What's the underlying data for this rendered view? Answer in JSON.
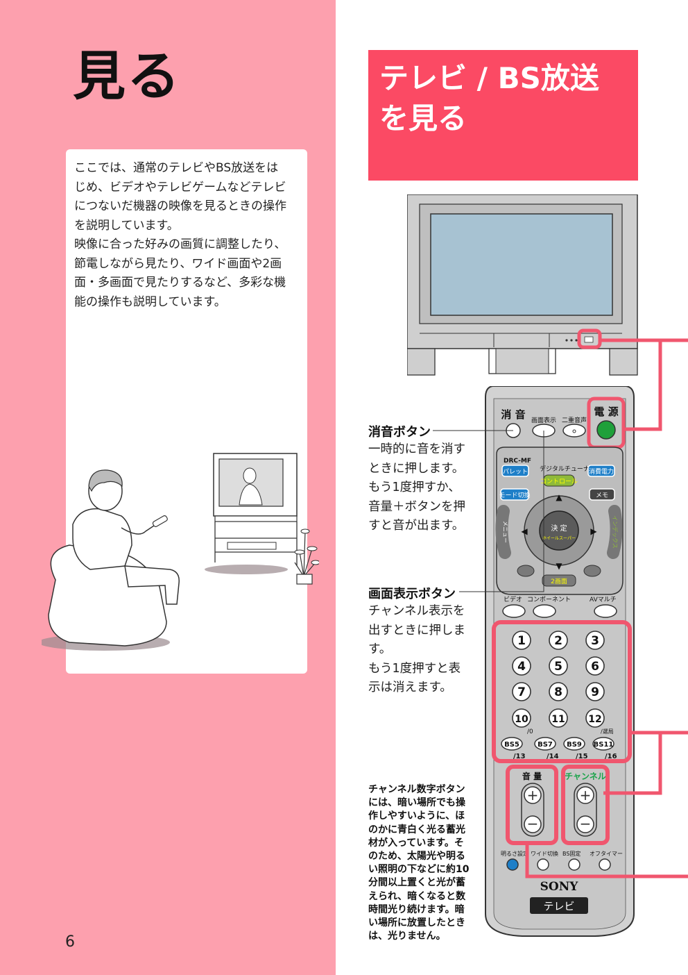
{
  "page": {
    "title": "見る",
    "number": "6",
    "intro": "ここでは、通常のテレビやBS放送をは\nじめ、ビデオやテレビゲームなどテレビ\nにつないだ機器の映像を見るときの操作\nを説明しています。\n映像に合った好みの画質に調整したり、\n節電しながら見たり、ワイド画面や2画\n面・多画面で見たりするなど、多彩な機\n能の操作も説明しています。"
  },
  "section": {
    "title": "テレビ / BS放送\nを見る"
  },
  "callouts": {
    "mute_label": "消音ボタン",
    "mute_desc": "一時的に音を消す\nときに押します。\nもう1度押すか、\n音量＋ボタンを押\nすと音が出ます。",
    "display_label": "画面表示ボタン",
    "display_desc": "チャンネル表示を\n出すときに押しま\nす。\nもう1度押すと表\n示は消えます。",
    "note": "チャンネル数字ボタン\nには、暗い場所でも操\n作しやすいように、ほ\nのかに青白く光る蓄光\n材が入っています。そ\nのため、太陽光や明る\nい照明の下などに約10\n分間以上置くと光が蓄\nえられ、暗くなると数\n時間光り続けます。暗\nい場所に放置したとき\nは、光りません。"
  },
  "remote": {
    "mute": "消 音",
    "display": "画面表示",
    "dual_audio": "二重音声",
    "power": "電 源",
    "drc": "DRC-MF",
    "digital_tuner": "デジタルチューナー",
    "palette": "パレット",
    "controller": "コントロール",
    "power_saving": "消費電力",
    "mode_switch": "モード切換",
    "memo": "メモ",
    "menu": "メニュー",
    "index": "インデックス",
    "enter": "決 定",
    "wheel": "ホイールスーパー",
    "two_screen": "2画面",
    "video": "ビデオ",
    "component": "コンポーネント",
    "av_multi": "AVマルチ",
    "numbers": [
      "1",
      "2",
      "3",
      "4",
      "5",
      "6",
      "7",
      "8",
      "9",
      "10",
      "11",
      "12"
    ],
    "sub_10": "/0",
    "sub_12": "/選局",
    "bs": [
      "BS5",
      "BS7",
      "BS9",
      "BS11"
    ],
    "bs_sub": [
      "/13",
      "/14",
      "/15",
      "/16"
    ],
    "volume": "音 量",
    "channel": "チャンネル",
    "brightness": "明るさ設定",
    "wide": "ワイド切換",
    "bs_fixed": "BS固定",
    "off_timer": "オフタイマー",
    "brand": "SONY",
    "model": "テレビ"
  },
  "colors": {
    "left_bg": "#fda0ae",
    "section_bg": "#fb4a64",
    "highlight": "#f0566e",
    "power_green": "#1fa03a",
    "blue_key": "#1e7fc8",
    "channel_green": "#1aa34a"
  }
}
